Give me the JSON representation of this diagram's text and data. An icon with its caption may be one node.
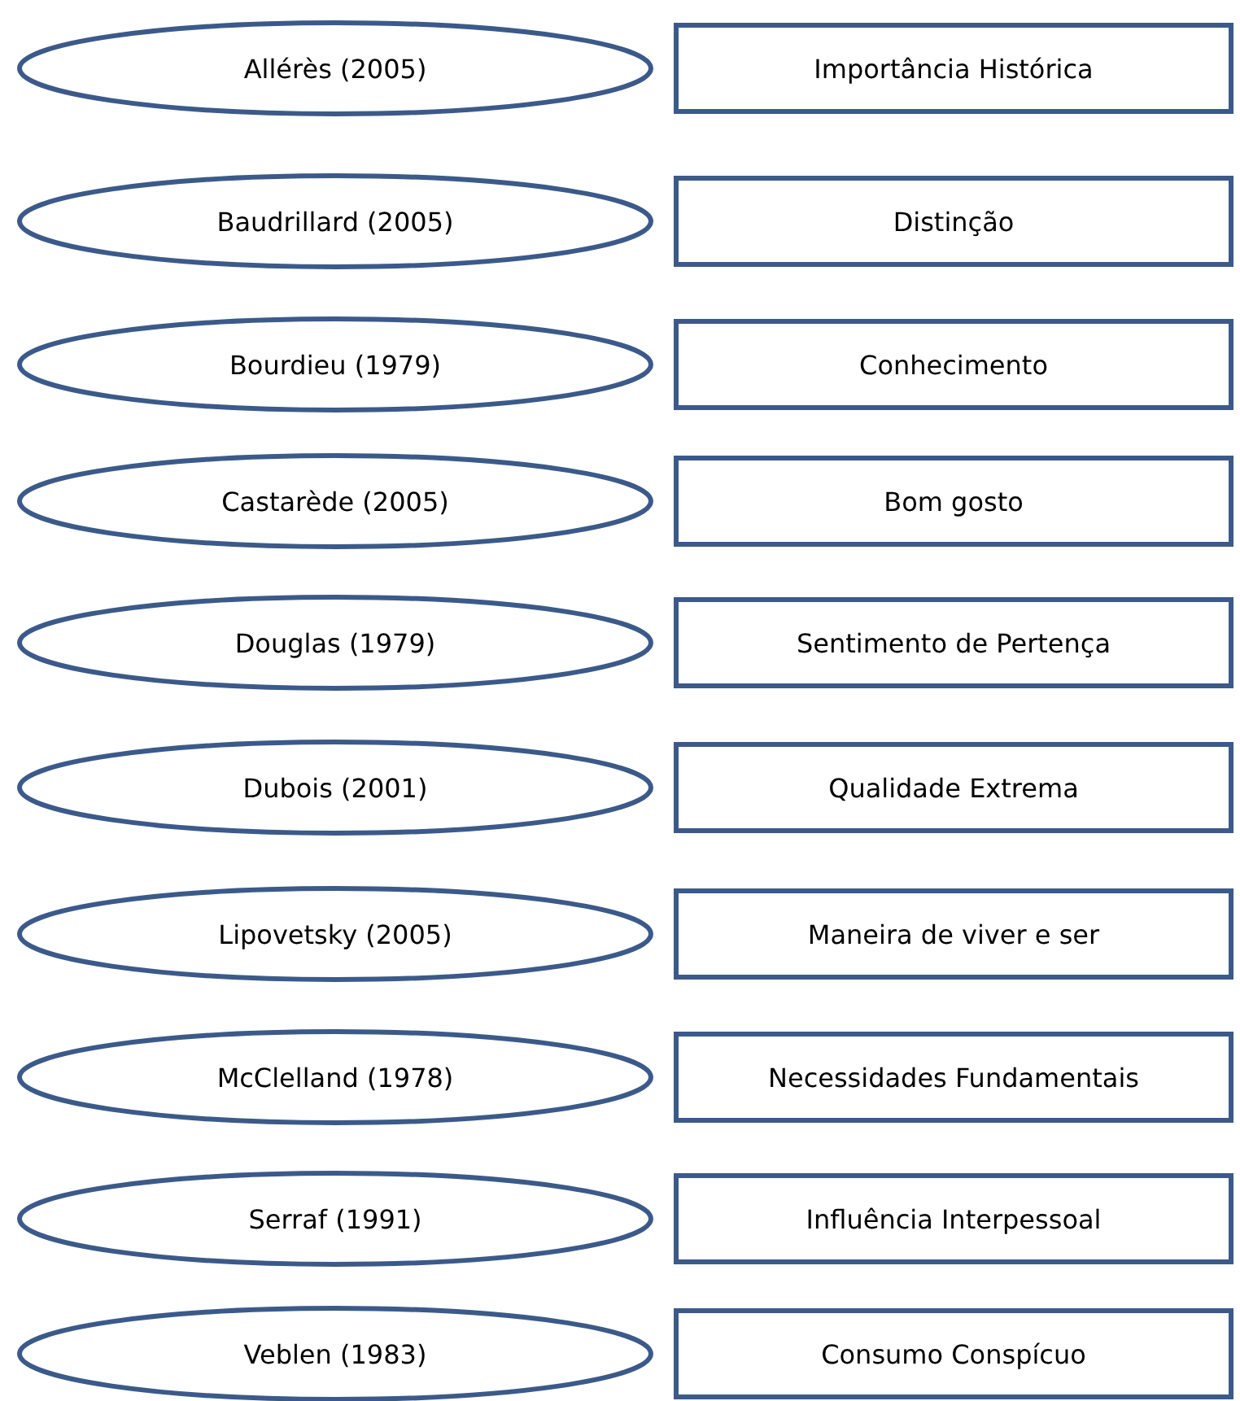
{
  "diagram": {
    "nodes": [
      {
        "text": [
          "Allérès (2005)"
        ]
      },
      {
        "text": [
          "Importância Histórica"
        ]
      },
      {
        "text": [
          "Baudrillard (2005)"
        ]
      },
      {
        "text": [
          "Distinção"
        ]
      },
      {
        "text": [
          "Bourdieu (1979)"
        ]
      },
      {
        "text": [
          "Conhecimento"
        ]
      },
      {
        "text": [
          "Castarède (2005)"
        ]
      },
      {
        "text": [
          "Bom gosto"
        ]
      },
      {
        "text": [
          "Douglas (1979)"
        ]
      },
      {
        "text": [
          "Sentimento de Pertença"
        ]
      },
      {
        "text": [
          "Dubois (2001)"
        ]
      },
      {
        "text": [
          "Qualidade Extrema"
        ]
      },
      {
        "text": [
          "Lipovetsky (2005)"
        ]
      },
      {
        "text": [
          "Maneira de viver e ser"
        ]
      },
      {
        "text": [
          "McClelland (1978)"
        ]
      },
      {
        "text": [
          "Necessidades Fundamentais"
        ]
      },
      {
        "text": [
          "Serraf (1991)"
        ]
      },
      {
        "text": [
          "Influência Interpessoal"
        ]
      },
      {
        "text": [
          "Veblen (1983)"
        ]
      },
      {
        "text": [
          "Consumo Conspícuo"
        ]
      }
    ]
  }
}
